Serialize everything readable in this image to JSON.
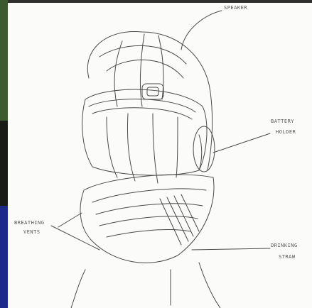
{
  "labels": {
    "speaker": "SPEAKER",
    "battery": "BATTERY",
    "holder": "HOLDER",
    "breathing": "BREATHING",
    "vents": "VENTS",
    "drinking": "DRINKING",
    "straw": "STRAW"
  },
  "colors": {
    "paper": "#fbfbfa",
    "pencil": "#4a4a4a",
    "photo_green": "#3b5a2e",
    "photo_blue": "#1e2a8a"
  }
}
